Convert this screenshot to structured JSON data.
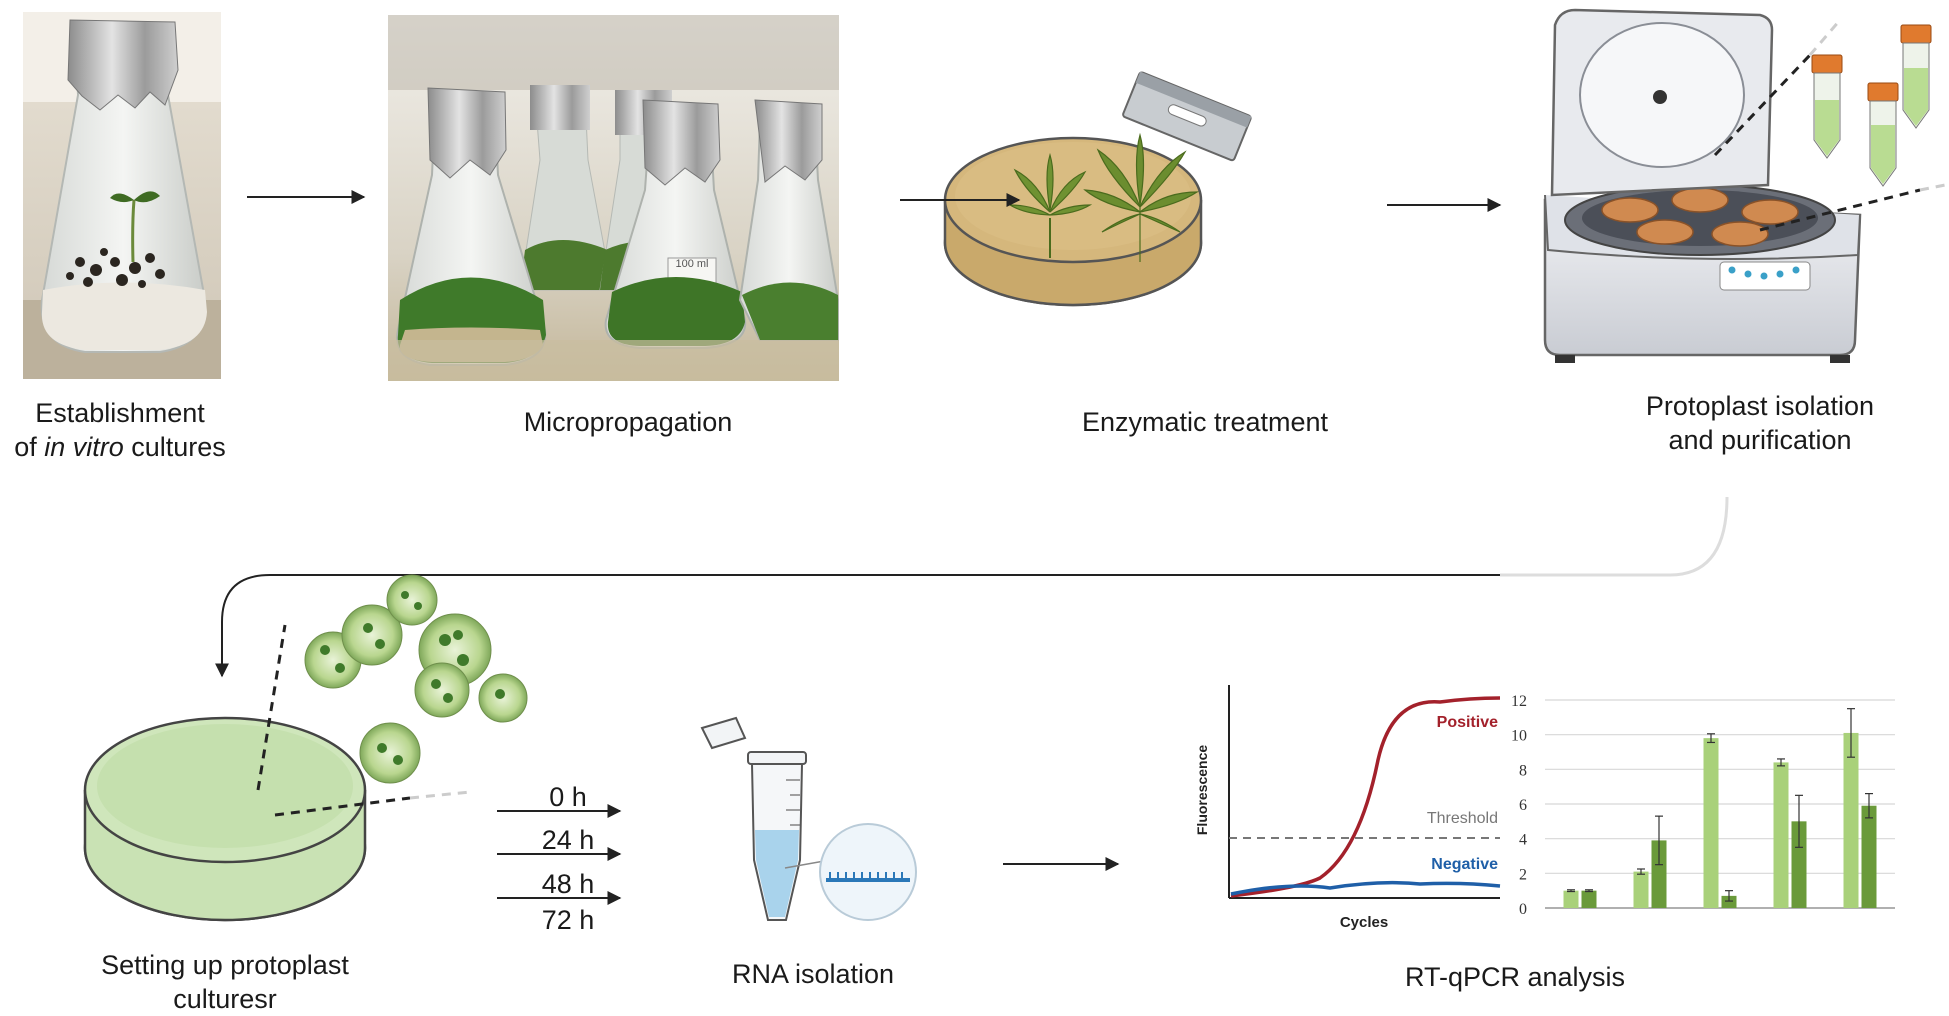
{
  "steps": {
    "establishment_line1": "Establishment",
    "establishment_prefix": "of ",
    "establishment_italic": "in vitro",
    "establishment_suffix": " cultures",
    "micropropagation": "Micropropagation",
    "enzymatic": "Enzymatic treatment",
    "protoplast_line1": "Protoplast isolation",
    "protoplast_line2": "and purification",
    "culture_line1": "Setting up protoplast",
    "culture_line2": "culturesr",
    "rna": "RNA isolation",
    "rtqpcr": "RT-qPCR analysis"
  },
  "timepoints": [
    "0 h",
    "24 h",
    "48 h",
    "72 h"
  ],
  "flask_label": "100 ml",
  "amplification_plot": {
    "ylabel": "Fluorescence",
    "xlabel": "Cycles",
    "positive": "Positive",
    "threshold": "Threshold",
    "negative": "Negative",
    "colors": {
      "positive": "#a3212b",
      "negative": "#1f5fa8",
      "threshold": "#777777"
    }
  },
  "chart_data": {
    "type": "bar",
    "categories": [
      "",
      "",
      "",
      "",
      ""
    ],
    "ylim": [
      0,
      12
    ],
    "yticks": [
      0,
      2,
      4,
      6,
      8,
      10,
      12
    ],
    "grid": true,
    "series": [
      {
        "color": "#a9d17a",
        "values": [
          1.0,
          2.1,
          9.8,
          8.4,
          10.1
        ],
        "errors": [
          0.05,
          0.15,
          0.25,
          0.2,
          1.4
        ]
      },
      {
        "color": "#6a9a3a",
        "values": [
          1.0,
          3.9,
          0.7,
          5.0,
          5.9
        ],
        "errors": [
          0.05,
          1.4,
          0.3,
          1.5,
          0.7
        ]
      }
    ]
  }
}
